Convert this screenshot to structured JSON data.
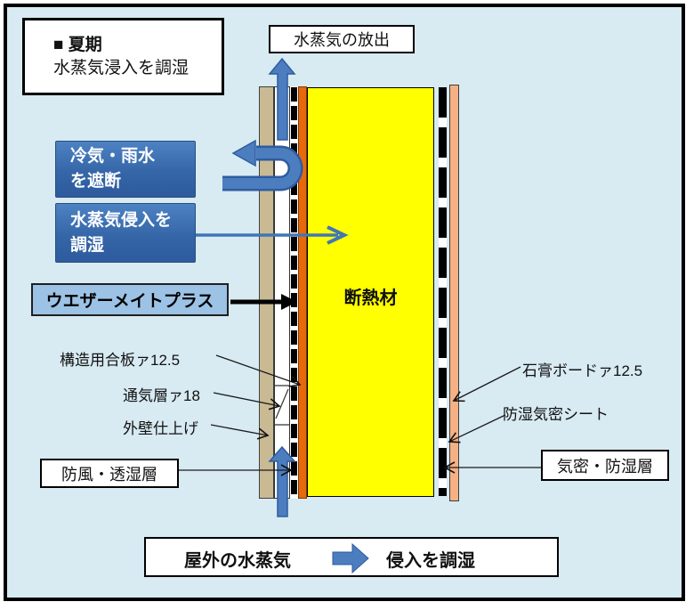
{
  "legend": {
    "title": "■ 夏期",
    "subtitle": "水蒸気浸入を調湿"
  },
  "top_box": {
    "label": "水蒸気の放出"
  },
  "callout_block": {
    "line1": "冷気・雨水",
    "line2": "を遮断"
  },
  "callout_control": {
    "line1": "水蒸気侵入を",
    "line2": "調湿"
  },
  "product": {
    "label": "ウエザーメイトプラス"
  },
  "labels": {
    "plywood": "構造用合板ァ12.5",
    "vent": "通気層ァ18",
    "finish": "外壁仕上げ",
    "windproof": "防風・透湿層",
    "gypsum": "石膏ボードァ12.5",
    "vapor_sheet": "防湿気密シート",
    "airtight": "気密・防湿層",
    "insulation": "断熱材"
  },
  "bottom_box": {
    "left": "屋外の水蒸気",
    "right": "侵入を調湿"
  },
  "colors": {
    "background": "#d8eaf2",
    "insulation_yellow": "#ffff00",
    "plywood_orange": "#e8690b",
    "exterior_tan": "#c9ba93",
    "gypsum_peach": "#f5b183",
    "arrow_blue": "#4c7dbf",
    "arrow_blue_border": "#2e5c9e",
    "callout_blue": "#3566a8",
    "product_blue": "#9cc2e5"
  }
}
